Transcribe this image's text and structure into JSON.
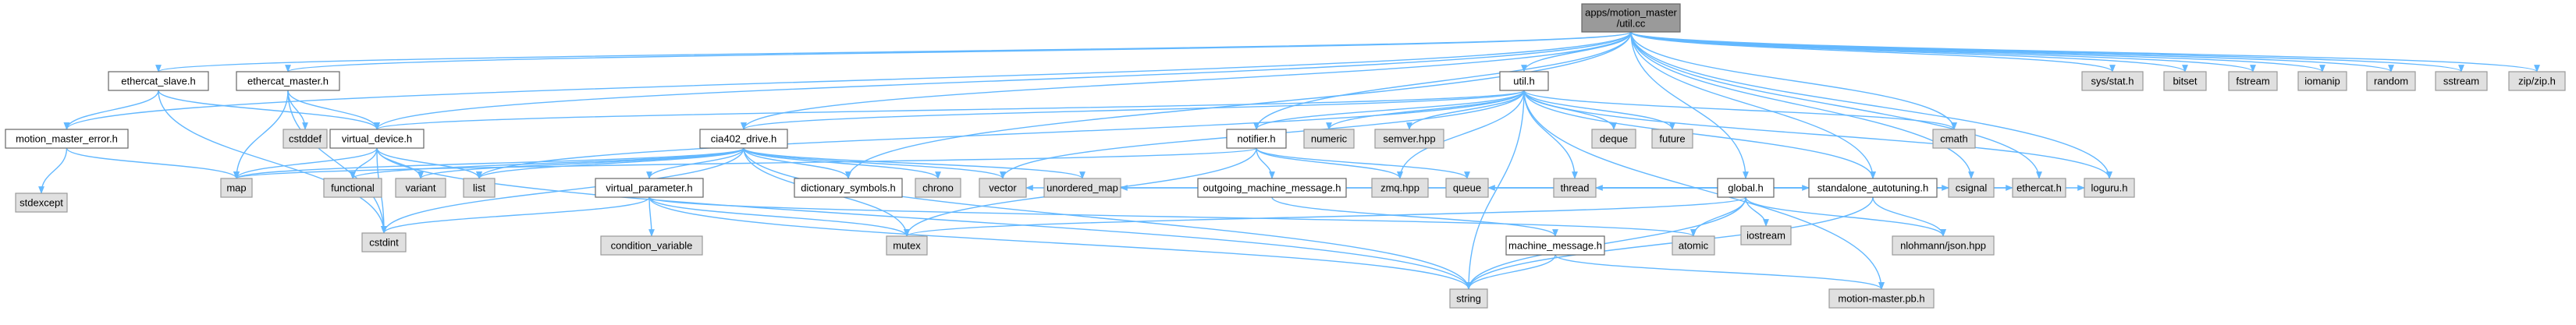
{
  "title": "apps/motion_master/util.cc",
  "colors": {
    "edge": "#63b8ff",
    "root_fill": "#9a9a9a",
    "system_fill": "#e0e0e0",
    "local_fill": "#ffffff",
    "border": "#999999"
  },
  "nodes": [
    {
      "id": "root",
      "kind": "root",
      "lines": [
        "apps/motion_master",
        "/util.cc"
      ]
    },
    {
      "id": "ethercat_slave",
      "kind": "local",
      "lines": [
        "ethercat_slave.h"
      ]
    },
    {
      "id": "ethercat_master",
      "kind": "local",
      "lines": [
        "ethercat_master.h"
      ]
    },
    {
      "id": "util",
      "kind": "local",
      "lines": [
        "util.h"
      ]
    },
    {
      "id": "global",
      "kind": "local",
      "lines": [
        "global.h"
      ]
    },
    {
      "id": "motion_master_error",
      "kind": "local",
      "lines": [
        "motion_master_error.h"
      ]
    },
    {
      "id": "virtual_device",
      "kind": "local",
      "lines": [
        "virtual_device.h"
      ]
    },
    {
      "id": "cia402_drive",
      "kind": "local",
      "lines": [
        "cia402_drive.h"
      ]
    },
    {
      "id": "notifier",
      "kind": "local",
      "lines": [
        "notifier.h"
      ]
    },
    {
      "id": "virtual_parameter",
      "kind": "local",
      "lines": [
        "virtual_parameter.h"
      ]
    },
    {
      "id": "dictionary_symbols",
      "kind": "local",
      "lines": [
        "dictionary_symbols.h"
      ]
    },
    {
      "id": "outgoing_machine_message",
      "kind": "local",
      "lines": [
        "outgoing_machine_message.h"
      ]
    },
    {
      "id": "standalone_autotuning",
      "kind": "local",
      "lines": [
        "standalone_autotuning.h"
      ]
    },
    {
      "id": "machine_message",
      "kind": "local",
      "lines": [
        "machine_message.h"
      ]
    },
    {
      "id": "sys_stat",
      "kind": "system",
      "lines": [
        "sys/stat.h"
      ]
    },
    {
      "id": "bitset",
      "kind": "system",
      "lines": [
        "bitset"
      ]
    },
    {
      "id": "fstream",
      "kind": "system",
      "lines": [
        "fstream"
      ]
    },
    {
      "id": "iomanip",
      "kind": "system",
      "lines": [
        "iomanip"
      ]
    },
    {
      "id": "random",
      "kind": "system",
      "lines": [
        "random"
      ]
    },
    {
      "id": "sstream",
      "kind": "system",
      "lines": [
        "sstream"
      ]
    },
    {
      "id": "zip",
      "kind": "system",
      "lines": [
        "zip/zip.h"
      ]
    },
    {
      "id": "cstddef",
      "kind": "system",
      "lines": [
        "cstddef"
      ]
    },
    {
      "id": "numeric",
      "kind": "system",
      "lines": [
        "numeric"
      ]
    },
    {
      "id": "semver",
      "kind": "system",
      "lines": [
        "semver.hpp"
      ]
    },
    {
      "id": "deque",
      "kind": "system",
      "lines": [
        "deque"
      ]
    },
    {
      "id": "future",
      "kind": "system",
      "lines": [
        "future"
      ]
    },
    {
      "id": "cmath",
      "kind": "system",
      "lines": [
        "cmath"
      ]
    },
    {
      "id": "stdexcept",
      "kind": "system",
      "lines": [
        "stdexcept"
      ]
    },
    {
      "id": "map",
      "kind": "system",
      "lines": [
        "map"
      ]
    },
    {
      "id": "functional",
      "kind": "system",
      "lines": [
        "functional"
      ]
    },
    {
      "id": "variant",
      "kind": "system",
      "lines": [
        "variant"
      ]
    },
    {
      "id": "list",
      "kind": "system",
      "lines": [
        "list"
      ]
    },
    {
      "id": "chrono",
      "kind": "system",
      "lines": [
        "chrono"
      ]
    },
    {
      "id": "vector",
      "kind": "system",
      "lines": [
        "vector"
      ]
    },
    {
      "id": "unordered_map",
      "kind": "system",
      "lines": [
        "unordered_map"
      ]
    },
    {
      "id": "zmq",
      "kind": "system",
      "lines": [
        "zmq.hpp"
      ]
    },
    {
      "id": "queue",
      "kind": "system",
      "lines": [
        "queue"
      ]
    },
    {
      "id": "thread",
      "kind": "system",
      "lines": [
        "thread"
      ]
    },
    {
      "id": "iostream",
      "kind": "system",
      "lines": [
        "iostream"
      ]
    },
    {
      "id": "csignal",
      "kind": "system",
      "lines": [
        "csignal"
      ]
    },
    {
      "id": "ethercat_h",
      "kind": "system",
      "lines": [
        "ethercat.h"
      ]
    },
    {
      "id": "loguru",
      "kind": "system",
      "lines": [
        "loguru.h"
      ]
    },
    {
      "id": "cstdint",
      "kind": "system",
      "lines": [
        "cstdint"
      ]
    },
    {
      "id": "condition_variable",
      "kind": "system",
      "lines": [
        "condition_variable"
      ]
    },
    {
      "id": "mutex",
      "kind": "system",
      "lines": [
        "mutex"
      ]
    },
    {
      "id": "atomic",
      "kind": "system",
      "lines": [
        "atomic"
      ]
    },
    {
      "id": "nlohmann",
      "kind": "system",
      "lines": [
        "nlohmann/json.hpp"
      ]
    },
    {
      "id": "string",
      "kind": "system",
      "lines": [
        "string"
      ]
    },
    {
      "id": "motion_master_pb",
      "kind": "system",
      "lines": [
        "motion-master.pb.h"
      ]
    }
  ],
  "edges": [
    [
      "root",
      "ethercat_slave"
    ],
    [
      "root",
      "ethercat_master"
    ],
    [
      "root",
      "util"
    ],
    [
      "root",
      "global"
    ],
    [
      "root",
      "motion_master_error"
    ],
    [
      "root",
      "virtual_device"
    ],
    [
      "root",
      "cia402_drive"
    ],
    [
      "root",
      "notifier"
    ],
    [
      "root",
      "dictionary_symbols"
    ],
    [
      "root",
      "standalone_autotuning"
    ],
    [
      "root",
      "sys_stat"
    ],
    [
      "root",
      "bitset"
    ],
    [
      "root",
      "fstream"
    ],
    [
      "root",
      "iomanip"
    ],
    [
      "root",
      "random"
    ],
    [
      "root",
      "sstream"
    ],
    [
      "root",
      "zip"
    ],
    [
      "root",
      "cmath"
    ],
    [
      "root",
      "csignal"
    ],
    [
      "root",
      "ethercat_h"
    ],
    [
      "root",
      "loguru"
    ],
    [
      "ethercat_slave",
      "motion_master_error"
    ],
    [
      "ethercat_slave",
      "virtual_device"
    ],
    [
      "ethercat_slave",
      "cstdint"
    ],
    [
      "ethercat_master",
      "cstddef"
    ],
    [
      "ethercat_master",
      "virtual_device"
    ],
    [
      "ethercat_master",
      "map"
    ],
    [
      "ethercat_master",
      "cstdint"
    ],
    [
      "motion_master_error",
      "stdexcept"
    ],
    [
      "motion_master_error",
      "map"
    ],
    [
      "util",
      "virtual_device"
    ],
    [
      "util",
      "cia402_drive"
    ],
    [
      "util",
      "notifier"
    ],
    [
      "util",
      "numeric"
    ],
    [
      "util",
      "semver"
    ],
    [
      "util",
      "deque"
    ],
    [
      "util",
      "future"
    ],
    [
      "util",
      "cmath"
    ],
    [
      "util",
      "thread"
    ],
    [
      "util",
      "zmq"
    ],
    [
      "util",
      "vector"
    ],
    [
      "util",
      "standalone_autotuning"
    ],
    [
      "util",
      "list"
    ],
    [
      "util",
      "string"
    ],
    [
      "util",
      "motion_master_pb"
    ],
    [
      "util",
      "loguru"
    ],
    [
      "virtual_device",
      "map"
    ],
    [
      "virtual_device",
      "functional"
    ],
    [
      "virtual_device",
      "variant"
    ],
    [
      "virtual_device",
      "list"
    ],
    [
      "virtual_device",
      "cstdint"
    ],
    [
      "virtual_device",
      "string"
    ],
    [
      "cia402_drive",
      "map"
    ],
    [
      "cia402_drive",
      "functional"
    ],
    [
      "cia402_drive",
      "variant"
    ],
    [
      "cia402_drive",
      "list"
    ],
    [
      "cia402_drive",
      "virtual_parameter"
    ],
    [
      "cia402_drive",
      "dictionary_symbols"
    ],
    [
      "cia402_drive",
      "chrono"
    ],
    [
      "cia402_drive",
      "vector"
    ],
    [
      "cia402_drive",
      "unordered_map"
    ],
    [
      "cia402_drive",
      "mutex"
    ],
    [
      "cia402_drive",
      "string"
    ],
    [
      "cia402_drive",
      "cstdint"
    ],
    [
      "notifier",
      "outgoing_machine_message"
    ],
    [
      "notifier",
      "queue"
    ],
    [
      "notifier",
      "zmq"
    ],
    [
      "notifier",
      "mutex"
    ],
    [
      "notifier",
      "map"
    ],
    [
      "virtual_parameter",
      "condition_variable"
    ],
    [
      "virtual_parameter",
      "mutex"
    ],
    [
      "virtual_parameter",
      "atomic"
    ],
    [
      "virtual_parameter",
      "cstdint"
    ],
    [
      "virtual_parameter",
      "string"
    ],
    [
      "outgoing_machine_message",
      "machine_message"
    ],
    [
      "machine_message",
      "string"
    ],
    [
      "machine_message",
      "motion_master_pb"
    ],
    [
      "global",
      "unordered_map"
    ],
    [
      "global",
      "vector"
    ],
    [
      "global",
      "queue"
    ],
    [
      "global",
      "thread"
    ],
    [
      "global",
      "iostream"
    ],
    [
      "global",
      "csignal"
    ],
    [
      "global",
      "ethercat_h"
    ],
    [
      "global",
      "loguru"
    ],
    [
      "global",
      "standalone_autotuning"
    ],
    [
      "global",
      "atomic"
    ],
    [
      "global",
      "mutex"
    ],
    [
      "global",
      "string"
    ],
    [
      "global",
      "nlohmann"
    ],
    [
      "standalone_autotuning",
      "nlohmann"
    ],
    [
      "standalone_autotuning",
      "string"
    ]
  ]
}
